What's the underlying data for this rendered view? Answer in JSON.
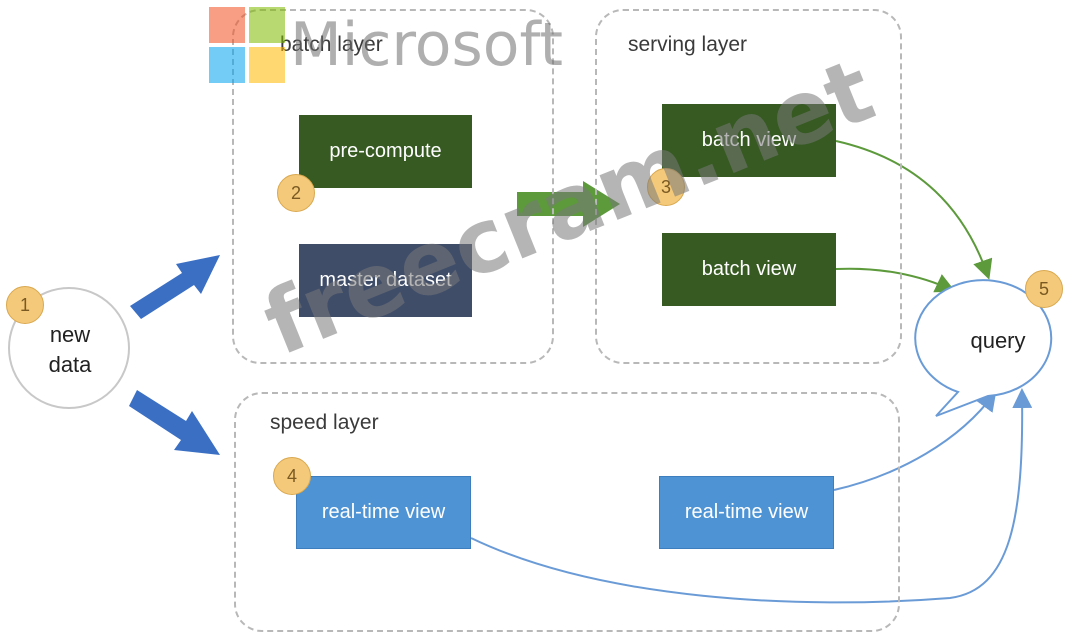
{
  "layers": {
    "batch": "batch layer",
    "serving": "serving layer",
    "speed": "speed layer"
  },
  "nodes": {
    "new_data_line1": "new",
    "new_data_line2": "data",
    "pre_compute": "pre-compute",
    "master_dataset": "master dataset",
    "batch_view_1": "batch view",
    "batch_view_2": "batch view",
    "realtime_view_1": "real-time view",
    "realtime_view_2": "real-time view",
    "query": "query"
  },
  "badges": [
    "1",
    "2",
    "3",
    "4",
    "5"
  ],
  "watermarks": {
    "brand": "Microsoft",
    "site": "freecram.net"
  },
  "colors": {
    "batch_green": "#365a22",
    "master_slate": "#3f4d69",
    "realtime_blue": "#4e93d4",
    "badge_orange": "#f4c97a",
    "flow_blue": "#3a6fc4",
    "flow_green": "#5c9a3c"
  }
}
